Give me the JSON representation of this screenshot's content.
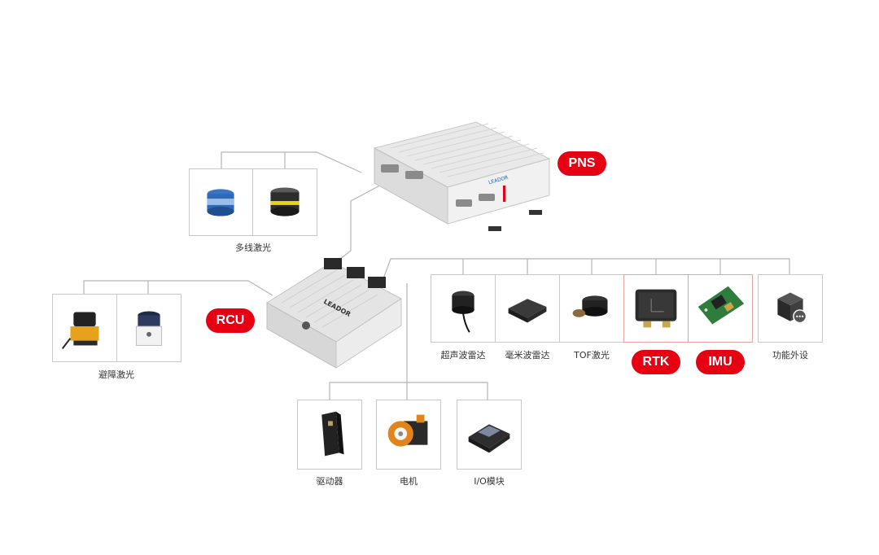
{
  "colors": {
    "accent": "#e60012",
    "line": "#b5b5b5",
    "box_border": "#c9c9c9"
  },
  "badges": {
    "pns": "PNS",
    "rcu": "RCU",
    "rtk": "RTK",
    "imu": "IMU"
  },
  "pns_device": {
    "brand": "LEADOR"
  },
  "rcu_device": {
    "brand": "LEADOR"
  },
  "groups": {
    "multi_lidar": {
      "label": "多线激光",
      "icons": [
        "lidar-blue-icon",
        "lidar-yellow-icon"
      ]
    },
    "obstacle_lidar": {
      "label": "避障激光",
      "icons": [
        "safety-scanner-icon",
        "2d-lidar-icon"
      ]
    },
    "sensors": {
      "items": [
        {
          "label": "超声波雷达",
          "icon": "ultrasonic-sensor-icon"
        },
        {
          "label": "毫米波雷达",
          "icon": "mmwave-radar-icon"
        },
        {
          "label": "TOF激光",
          "icon": "tof-laser-icon"
        },
        {
          "label": "",
          "icon": "rtk-module-icon"
        },
        {
          "label": "",
          "icon": "imu-board-icon"
        },
        {
          "label": "功能外设",
          "icon": "peripheral-cube-icon"
        }
      ]
    },
    "actuators": {
      "items": [
        {
          "label": "驱动器",
          "icon": "driver-icon"
        },
        {
          "label": "电机",
          "icon": "motor-icon"
        },
        {
          "label": "I/O模块",
          "icon": "io-module-icon"
        }
      ]
    }
  }
}
